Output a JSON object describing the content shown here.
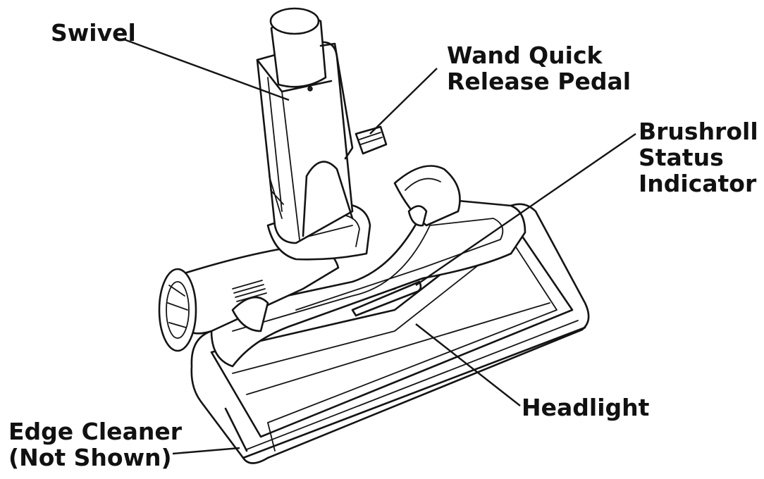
{
  "labels": {
    "swivel": [
      "Swivel"
    ],
    "wand_quick_release_pedal": [
      "Wand Quick",
      "Release Pedal"
    ],
    "brushroll_status_indicator": [
      "Brushroll",
      "Status",
      "Indicator"
    ],
    "headlight": [
      "Headlight"
    ],
    "edge_cleaner": [
      "Edge Cleaner",
      "(Not Shown)"
    ]
  },
  "colors": {
    "line": "#141414",
    "text": "#111111",
    "background": "#ffffff"
  }
}
